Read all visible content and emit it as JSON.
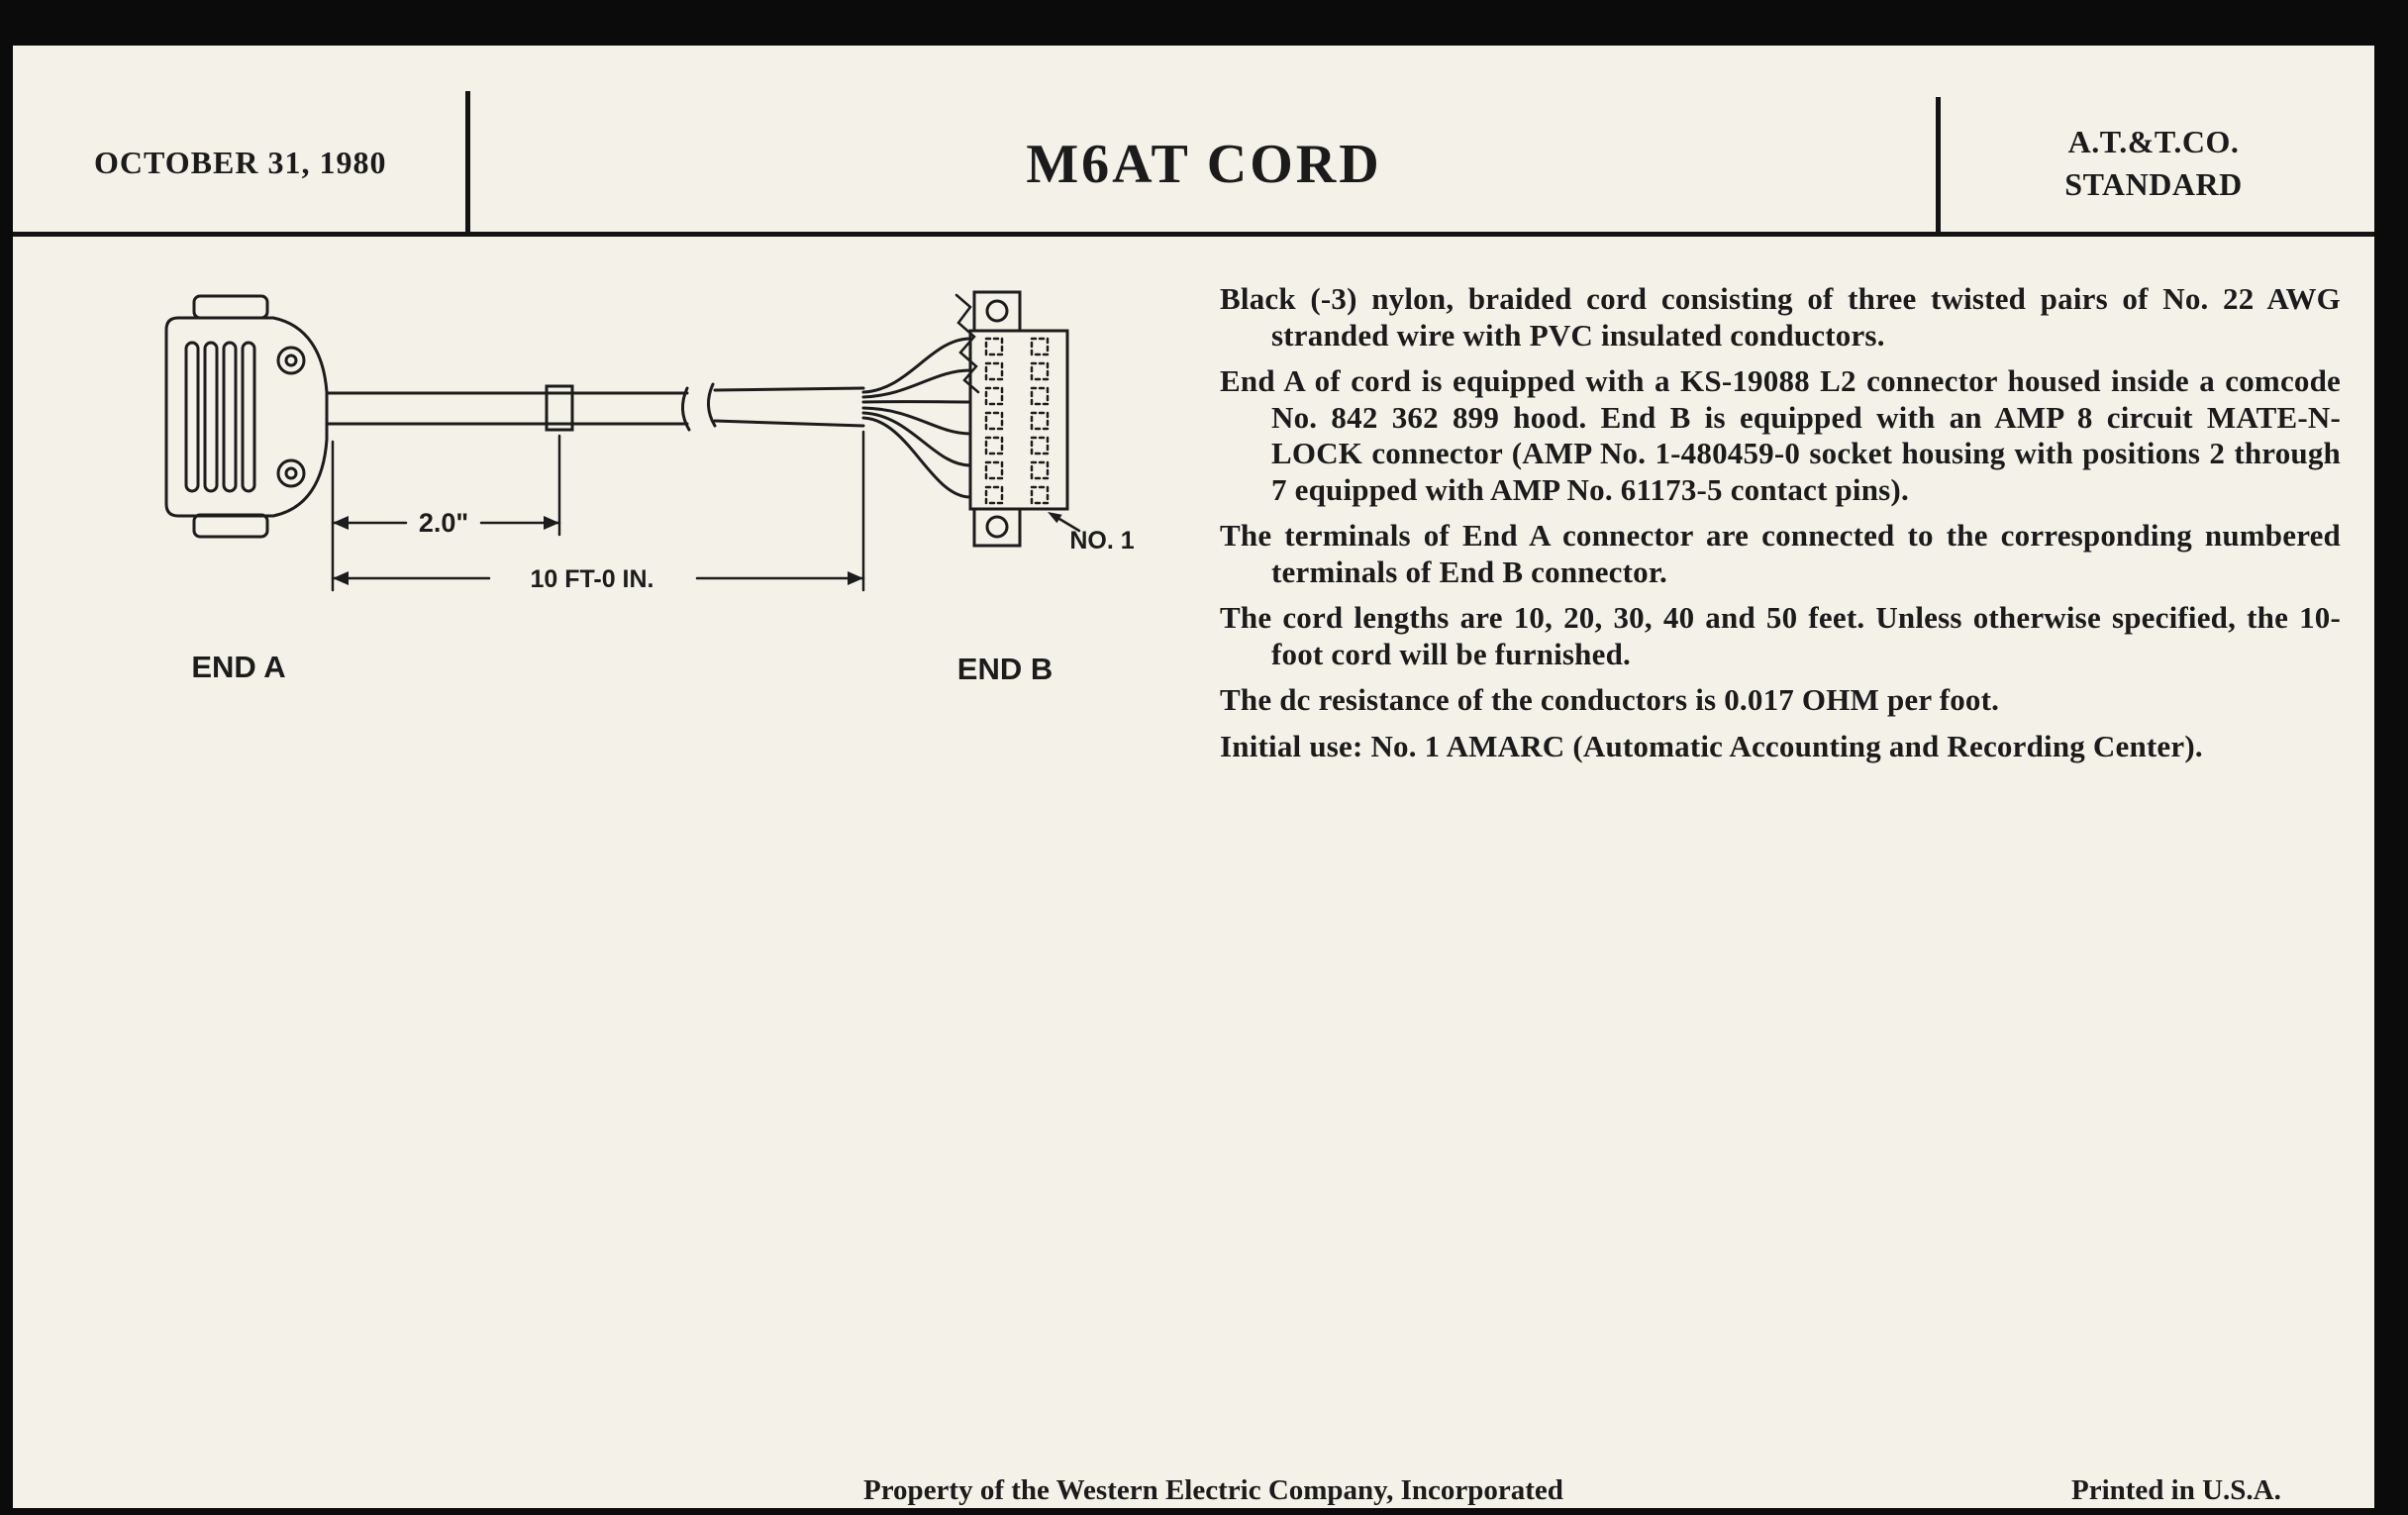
{
  "page": {
    "paper_color": "#f4f1e9",
    "ink_color": "#1b1b1b"
  },
  "header": {
    "date": "OCTOBER 31, 1980",
    "title": "M6AT CORD",
    "org_line1": "A.T.&T.CO.",
    "org_line2": "STANDARD"
  },
  "diagram": {
    "dim_short": "2.0\"",
    "dim_long": "10 FT-0 IN.",
    "label_end_a": "END A",
    "label_end_b": "END B",
    "label_no1": "NO. 1"
  },
  "body": {
    "paragraphs": [
      "Black (-3) nylon, braided cord consisting of three twisted pairs of No. 22 AWG stranded wire with PVC insulated conductors.",
      "End A of cord is equipped with a KS-19088 L2 connector housed inside a comcode No. 842 362 899 hood. End B is equipped with an AMP 8 circuit MATE-N-LOCK connector (AMP No. 1-480459-0 socket housing with positions 2 through 7 equipped with AMP No. 61173-5 contact pins).",
      "The terminals of End A connector are connected to the corresponding numbered terminals of End B connector.",
      "The cord lengths are 10, 20, 30, 40 and 50 feet. Unless otherwise specified, the 10-foot cord will be furnished.",
      "The dc resistance of the conductors is 0.017 OHM per foot.",
      "Initial use: No. 1 AMARC (Automatic Accounting and Recording Center)."
    ]
  },
  "footer": {
    "left": "Property of the Western Electric Company, Incorporated",
    "right": "Printed in U.S.A."
  }
}
